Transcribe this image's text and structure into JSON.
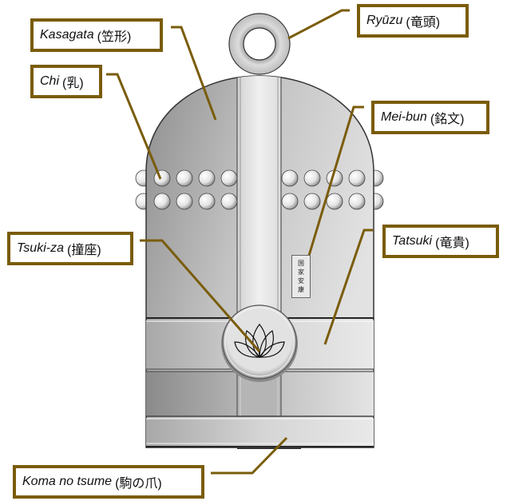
{
  "title": "Japanese temple bell (bonshō) parts",
  "labels": [
    {
      "id": "kasagata",
      "term": "Kasagata",
      "kanji": "(笠形)"
    },
    {
      "id": "chi",
      "term": "Chi",
      "kanji": "(乳)"
    },
    {
      "id": "ryuzu",
      "term": "Ryūzu",
      "kanji": "(竜頭)"
    },
    {
      "id": "mei-bun",
      "term": "Mei-bun",
      "kanji": "(銘文)"
    },
    {
      "id": "tsuki-za",
      "term": "Tsuki-za",
      "kanji": "(撞座)"
    },
    {
      "id": "tatsuki",
      "term": "Tatsuki",
      "kanji": "(竜貴)"
    },
    {
      "id": "koma-no-tsume",
      "term": "Koma no tsume",
      "kanji": "(駒の爪)"
    }
  ],
  "inscription": {
    "chars": [
      "国",
      "家",
      "安",
      "康"
    ]
  },
  "colors": {
    "leader_line": "#7a5c0a",
    "label_border": "#7a5c0a",
    "bell_dark": "#9a9a9a",
    "bell_light": "#e6e6e6",
    "outline": "#333333"
  },
  "icons": {
    "tsuki_za_emblem": "lotus-icon"
  }
}
